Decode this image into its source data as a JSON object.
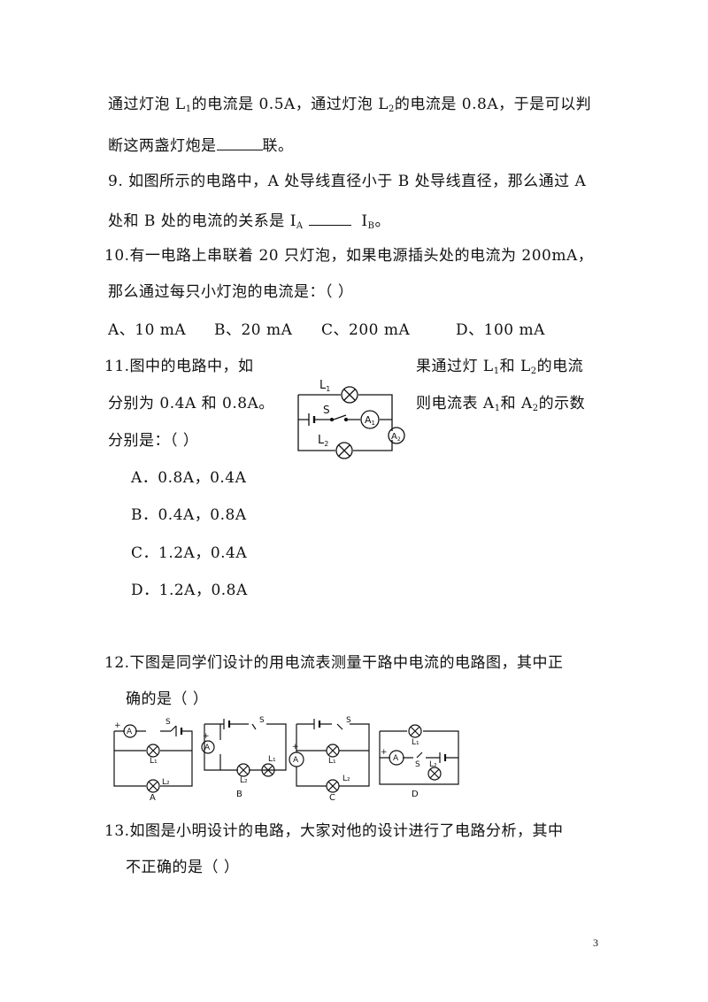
{
  "q8_tail": {
    "line1_a": "通过灯泡 L",
    "line1_sub1": "1",
    "line1_b": "的电流是 0.5A，通过灯泡 L",
    "line1_sub2": "2",
    "line1_c": "的电流是 0.8A，于是可以判",
    "line2_a": "断这两盏灯炮是",
    "line2_b": "联。"
  },
  "q9": {
    "line1": "9.  如图所示的电路中，A 处导线直径小于 B 处导线直径，那么通过 A",
    "line2_a": "处和 B 处的电流的关系是 I",
    "sub_a": "A",
    "line2_b": "I",
    "sub_b": "B",
    "line2_c": "。"
  },
  "q10": {
    "line1": "10.有一电路上串联着 20 只灯泡，如果电源插头处的电流为 200mA，",
    "line2": "那么通过每只小灯泡的电流是：（    ）",
    "options": [
      "A、10  mA",
      "B、20  mA",
      "C、200  mA",
      "D、100  mA"
    ]
  },
  "q11": {
    "l1_left": "11.图中的电路中，如",
    "l1_right_a": "果通过灯 L",
    "l1_right_sub1": "1",
    "l1_right_b": "和 L",
    "l1_right_sub2": "2",
    "l1_right_c": "的电流",
    "l2_left": "分别为 0.4A 和 0.8A。",
    "l2_right_a": "则电流表 A",
    "l2_right_sub1": "1",
    "l2_right_b": "和 A",
    "l2_right_sub2": "2",
    "l2_right_c": "的示数",
    "l3_left": "分别是：（    ）",
    "options": [
      "A．0.8A，0.4A",
      "B．0.4A，0.8A",
      "C．1.2A，0.4A",
      "D．1.2A，0.8A"
    ],
    "diagram": {
      "L1": "L",
      "L1sub": "1",
      "S": "S",
      "A1": "A",
      "A1sub": "1",
      "L2": "L",
      "L2sub": "2",
      "A2": "A",
      "A2sub": "2"
    }
  },
  "q12": {
    "line1": "12.下图是同学们设计的用电流表测量干路中电流的电路图，其中正",
    "line2": "确的是（    ）",
    "diagram_labels": [
      "A",
      "B",
      "C",
      "D"
    ],
    "meter": "A",
    "switch": "S",
    "lamp1": "L₁",
    "lamp2": "L₂",
    "plus": "+"
  },
  "q13": {
    "line1": "13.如图是小明设计的电路，大家对他的设计进行了电路分析，其中",
    "line2": "不正确的是（    ）"
  },
  "page_number": "3"
}
